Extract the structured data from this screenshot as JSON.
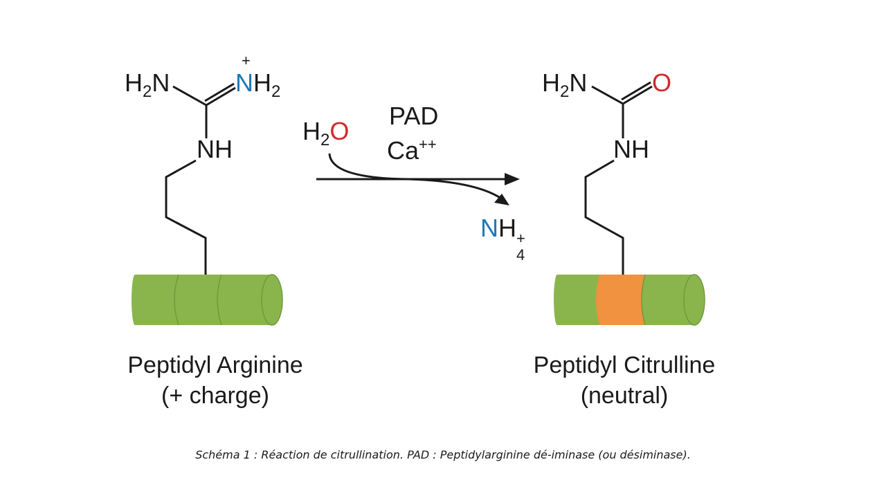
{
  "arginine": {
    "left_h": "H",
    "left_sub": "2",
    "left_n": "N",
    "right_n": "N",
    "right_charge": "+",
    "right_h": "H",
    "right_sub": "2",
    "nh": "NH"
  },
  "citrulline": {
    "left_h": "H",
    "left_sub": "2",
    "left_n": "N",
    "oxygen": "O",
    "nh": "NH"
  },
  "reaction": {
    "enzyme": "PAD",
    "cofactor_base": "Ca",
    "cofactor_charge": "++",
    "water_h": "H",
    "water_sub": "2",
    "water_o": "O",
    "ammonium_n": "N",
    "ammonium_h": "H",
    "ammonium_sub": "4",
    "ammonium_charge": "+"
  },
  "labels": {
    "left_line1": "Peptidyl Arginine",
    "left_line2": "(+ charge)",
    "right_line1": "Peptidyl Citrulline",
    "right_line2": "(neutral)"
  },
  "caption": "Schéma 1 : Réaction de citrullination. PAD : Peptidylarginine dé-iminase (ou désiminase).",
  "colors": {
    "cylinder_green": "#8ab54d",
    "highlight_orange": "#f0923f",
    "nitrogen_blue": "#1f78b4",
    "oxygen_red": "#d0292a"
  }
}
